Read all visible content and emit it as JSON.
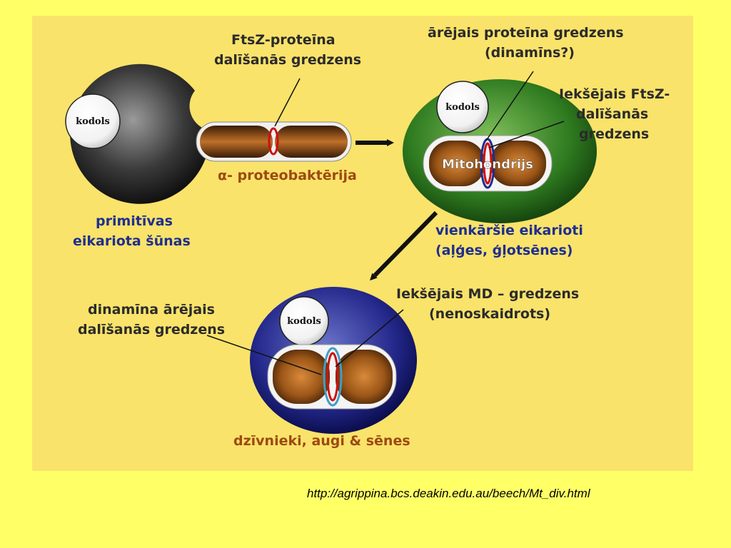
{
  "labels": {
    "ftsz_ring": [
      "FtsZ-proteīna",
      "dalīšanās gredzens"
    ],
    "outer_protein_ring": [
      "ārējais proteīna gredzens",
      "(dinamīns?)"
    ],
    "inner_ftsz_ring": [
      "Iekšējais FtsZ-",
      "dalīšanās",
      "gredzens"
    ],
    "proteobacteria": "α- proteobaktērija",
    "primitive_cells": [
      "primitīvas",
      "eikariota šūnas"
    ],
    "simple_eukaryotes": [
      "vienkāršie eikarioti",
      "(aļģes, ģļotsēnes)"
    ],
    "dynamin_outer_ring": [
      "dinamīna ārējais",
      "dalīšanās gredzens"
    ],
    "inner_md_ring": [
      "Iekšējais MD – gredzens",
      "(nenoskaidrots)"
    ],
    "higher_eukaryotes": "dzīvnieki, augi & sēnes",
    "nucleus": "kodols",
    "mitochondrion": "Mitohondrijs"
  },
  "source_url": "http://agrippina.bcs.deakin.edu.au/beech/Mt_div.html",
  "colors": {
    "page_bg": "#ffff66",
    "panel_bg": "#fae36a",
    "label_dark": "#2b2b2b",
    "label_blue": "#1f2e8f",
    "label_brown": "#9c4a12",
    "ring_red": "#cc1111",
    "ring_blue": "#3da0c8"
  }
}
